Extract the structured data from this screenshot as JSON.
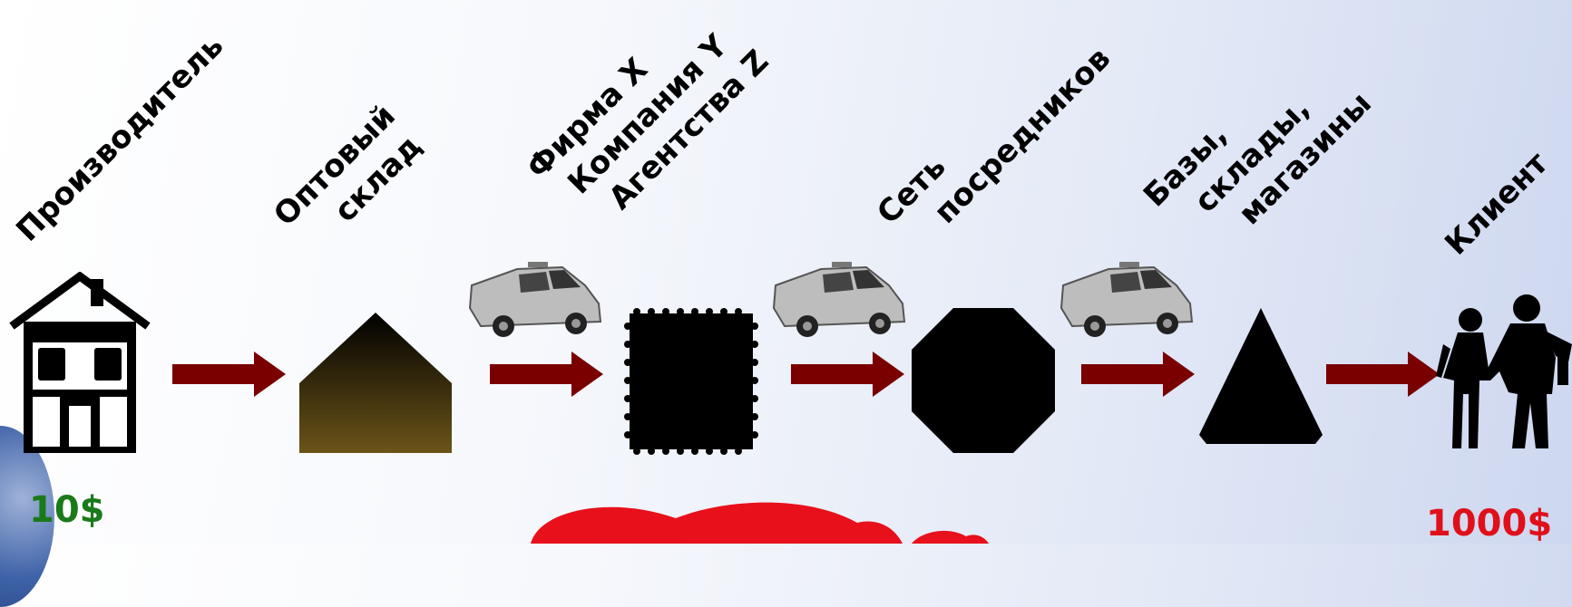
{
  "stages": [
    {
      "id": "producer",
      "lines": [
        "Производитель"
      ]
    },
    {
      "id": "wholesale",
      "lines": [
        "Оптовый",
        "склад"
      ]
    },
    {
      "id": "firms",
      "lines": [
        "Фирма X",
        "Компания Y",
        "Агентства Z"
      ]
    },
    {
      "id": "network",
      "lines": [
        "Сеть",
        "посредников"
      ]
    },
    {
      "id": "bases",
      "lines": [
        "Базы,",
        "склады,",
        "магазины"
      ]
    },
    {
      "id": "client",
      "lines": [
        "Клиент"
      ]
    }
  ],
  "prices": {
    "start": "10$",
    "end": "1000$"
  },
  "icons": [
    "house-icon",
    "building-icon",
    "stamp-square-icon",
    "octagon-icon",
    "triangle-icon",
    "people-walking-icon",
    "truck-icon",
    "arrow-icon",
    "heart-icon"
  ],
  "colors": {
    "arrow": "#7a0000",
    "price_start": "#1a7a1a",
    "price_end": "#e0101a",
    "heart": "#e8101a"
  }
}
